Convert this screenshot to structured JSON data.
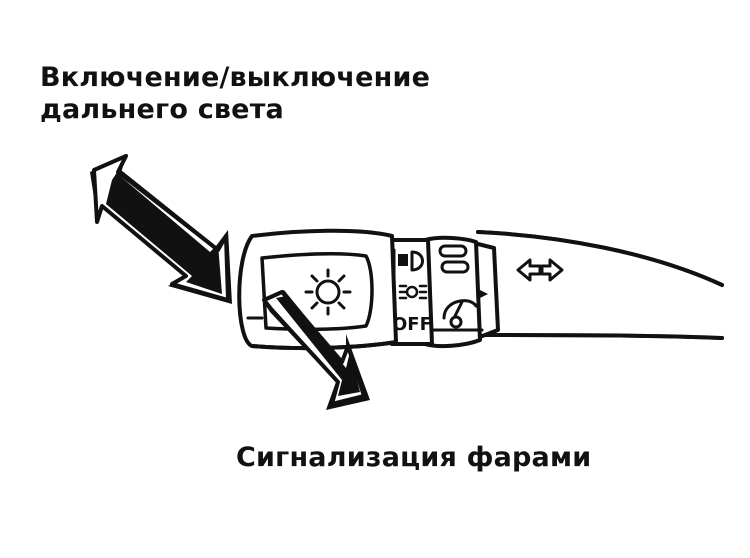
{
  "labels": {
    "high_beam": [
      "Включение/выключение",
      "дальнего света"
    ],
    "flash": "Сигнализация фарами"
  },
  "switch_markings": {
    "off": "OFF"
  },
  "icons": {
    "headlight": "sun-icon",
    "high_beam": "high-beam-icon",
    "parking": "parking-light-icon",
    "wiper": "wiper-icon",
    "turn_signal": "turn-signal-arrows-icon"
  },
  "colors": {
    "ink": "#111111",
    "background": "#ffffff"
  }
}
